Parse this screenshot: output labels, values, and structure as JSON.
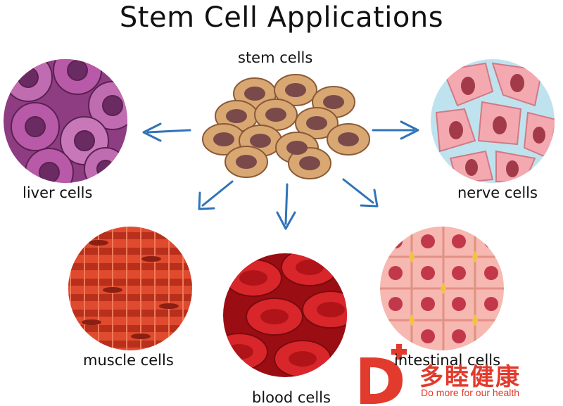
{
  "title": "Stem Cell Applications",
  "labels": {
    "stem": "stem cells",
    "liver": "liver cells",
    "nerve": "nerve cells",
    "muscle": "muscle cells",
    "blood": "blood cells",
    "intestinal": "intestinal cells"
  },
  "watermark": {
    "name": "多睦健康",
    "slogan": "Do more for our health",
    "color": "#e23a2c"
  },
  "colors": {
    "arrow": "#2f74b8",
    "liver": "#b95aa8",
    "nerve": "#f4a9b0",
    "muscle": "#e04a2e",
    "blood": "#c8141a",
    "intestinal": "#f6b8b0",
    "stem": "#d9a772"
  }
}
